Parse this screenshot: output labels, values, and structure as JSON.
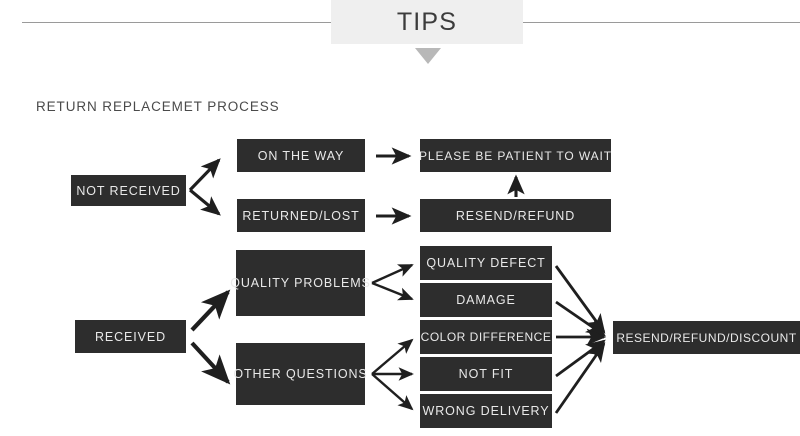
{
  "header": {
    "tips_label": "TIPS",
    "caret_icon": "triangle-down-icon"
  },
  "section": {
    "title": "RETURN REPLACEMET PROCESS"
  },
  "colors": {
    "box_fill": "#2d2d2d",
    "box_text": "#e9e9e9",
    "tips_fill": "#efefef",
    "tips_text": "#3c3c3c",
    "rule": "#9a9a9a",
    "caret": "#b8b8b8",
    "arrow": "#1f1f1f",
    "page_bg": "#ffffff"
  },
  "flowchart": {
    "type": "flowchart",
    "nodes": [
      {
        "id": "not_received",
        "label": "NOT RECEIVED"
      },
      {
        "id": "on_the_way",
        "label": "ON THE WAY"
      },
      {
        "id": "returned_lost",
        "label": "RETURNED/LOST"
      },
      {
        "id": "be_patient",
        "label": "PLEASE BE PATIENT TO WAIT"
      },
      {
        "id": "resend_refund",
        "label": "RESEND/REFUND"
      },
      {
        "id": "received",
        "label": "RECEIVED"
      },
      {
        "id": "quality_problems",
        "label": "QUALITY PROBLEMS"
      },
      {
        "id": "other_questions",
        "label": "OTHER QUESTIONS"
      },
      {
        "id": "quality_defect",
        "label": "QUALITY DEFECT"
      },
      {
        "id": "damage",
        "label": "DAMAGE"
      },
      {
        "id": "color_difference",
        "label": "COLOR DIFFERENCE"
      },
      {
        "id": "not_fit",
        "label": "NOT FIT"
      },
      {
        "id": "wrong_delivery",
        "label": "WRONG DELIVERY"
      },
      {
        "id": "final",
        "label": "RESEND/REFUND/DISCOUNT"
      }
    ],
    "edges": [
      {
        "from": "not_received",
        "to": "on_the_way"
      },
      {
        "from": "not_received",
        "to": "returned_lost"
      },
      {
        "from": "on_the_way",
        "to": "be_patient"
      },
      {
        "from": "returned_lost",
        "to": "resend_refund"
      },
      {
        "from": "resend_refund",
        "to": "be_patient"
      },
      {
        "from": "received",
        "to": "quality_problems"
      },
      {
        "from": "received",
        "to": "other_questions"
      },
      {
        "from": "quality_problems",
        "to": "quality_defect"
      },
      {
        "from": "quality_problems",
        "to": "damage"
      },
      {
        "from": "other_questions",
        "to": "color_difference"
      },
      {
        "from": "other_questions",
        "to": "not_fit"
      },
      {
        "from": "other_questions",
        "to": "wrong_delivery"
      },
      {
        "from": "quality_defect",
        "to": "final"
      },
      {
        "from": "damage",
        "to": "final"
      },
      {
        "from": "color_difference",
        "to": "final"
      },
      {
        "from": "not_fit",
        "to": "final"
      },
      {
        "from": "wrong_delivery",
        "to": "final"
      }
    ]
  }
}
